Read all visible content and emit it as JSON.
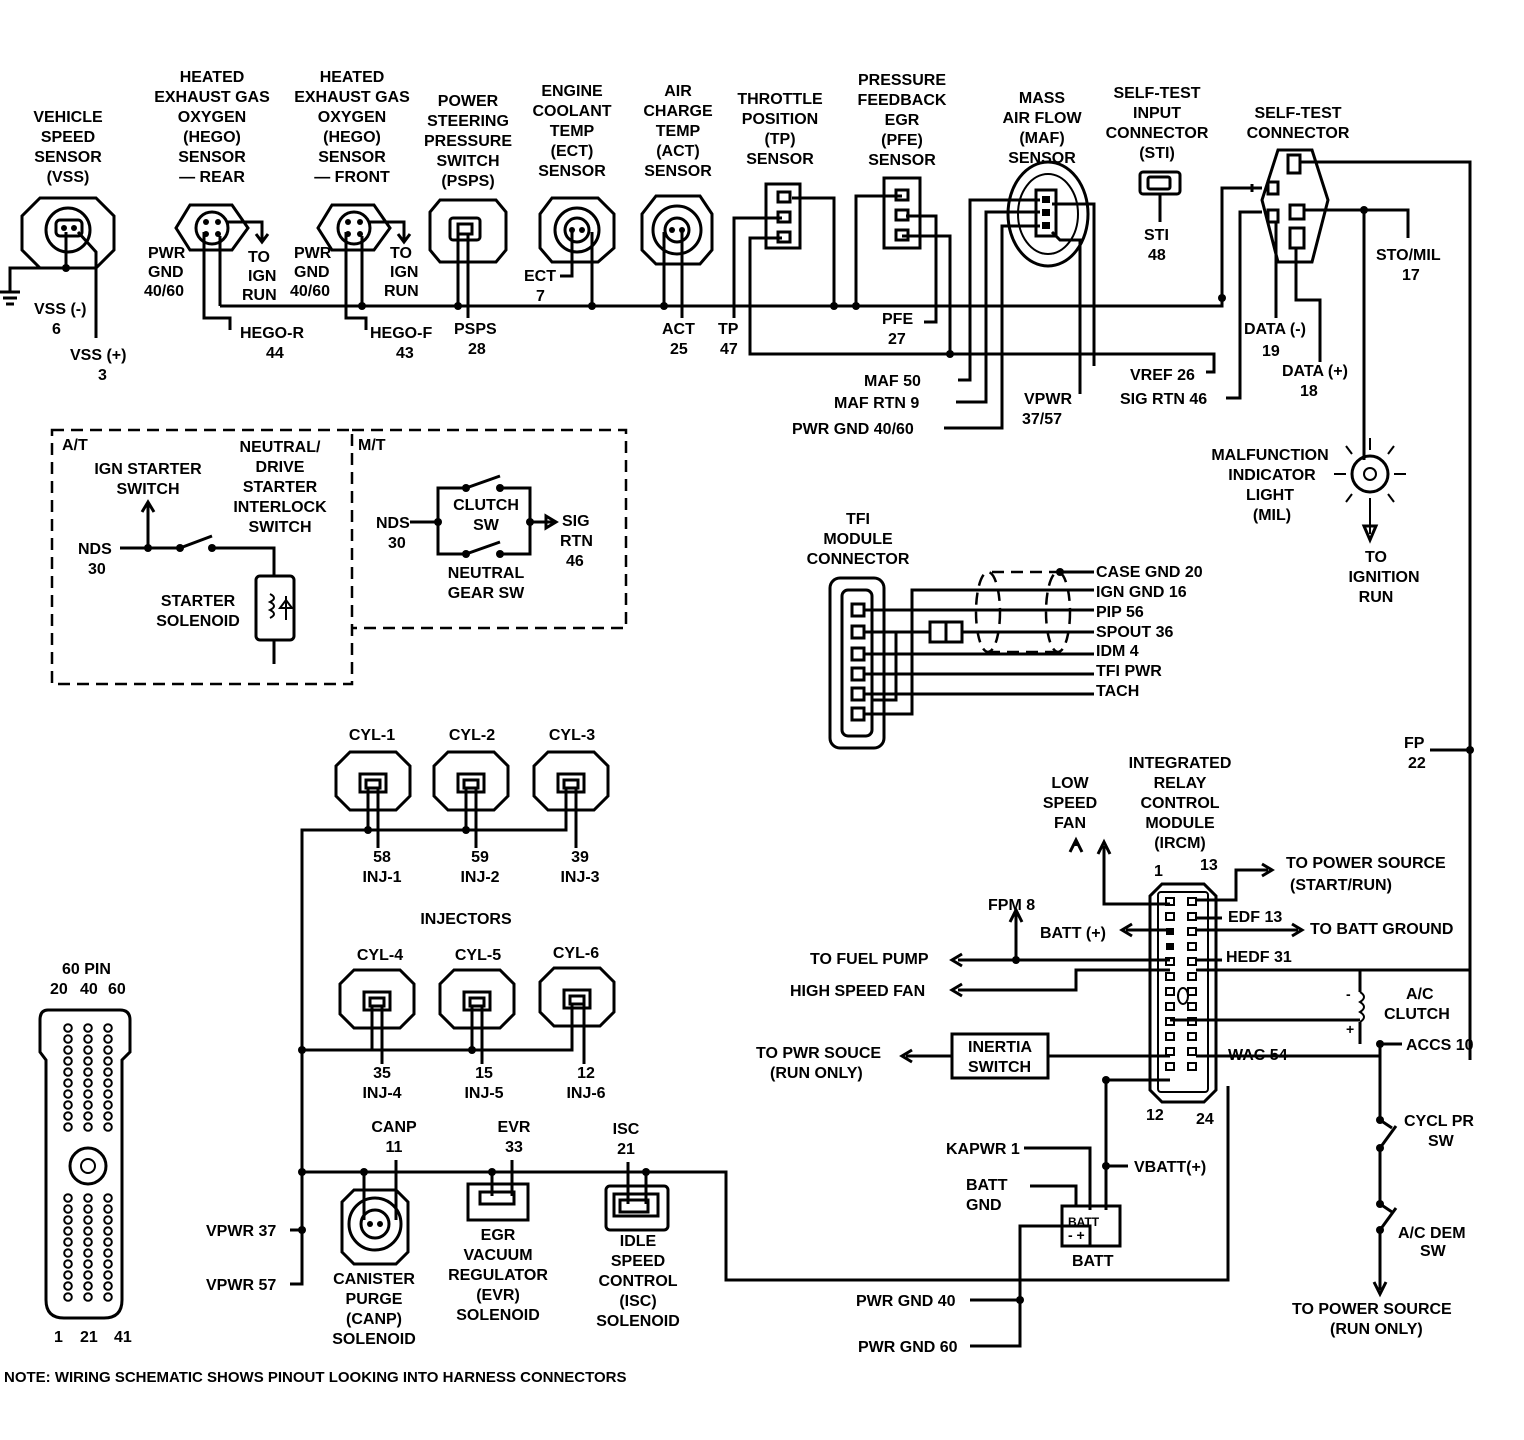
{
  "note": "NOTE: WIRING SCHEMATIC SHOWS PINOUT LOOKING INTO HARNESS CONNECTORS",
  "sensors": {
    "vss": [
      "VEHICLE",
      "SPEED",
      "SENSOR",
      "(VSS)"
    ],
    "hego_rear": [
      "HEATED",
      "EXHAUST GAS",
      "OXYGEN",
      "(HEGO)",
      "SENSOR",
      "— REAR"
    ],
    "hego_front": [
      "HEATED",
      "EXHAUST GAS",
      "OXYGEN",
      "(HEGO)",
      "SENSOR",
      "— FRONT"
    ],
    "psps": [
      "POWER",
      "STEERING",
      "PRESSURE",
      "SWITCH",
      "(PSPS)"
    ],
    "ect": [
      "ENGINE",
      "COOLANT",
      "TEMP",
      "(ECT)",
      "SENSOR"
    ],
    "act": [
      "AIR",
      "CHARGE",
      "TEMP",
      "(ACT)",
      "SENSOR"
    ],
    "tp": [
      "THROTTLE",
      "POSITION",
      "(TP)",
      "SENSOR"
    ],
    "pfe": [
      "PRESSURE",
      "FEEDBACK",
      "EGR",
      "(PFE)",
      "SENSOR"
    ],
    "maf": [
      "MASS",
      "AIR FLOW",
      "(MAF)",
      "SENSOR"
    ],
    "sti": [
      "SELF-TEST",
      "INPUT",
      "CONNECTOR",
      "(STI)"
    ],
    "stc": [
      "SELF-TEST",
      "CONNECTOR"
    ]
  },
  "circuits": {
    "vss_minus": [
      "VSS (-)",
      "6"
    ],
    "vss_plus": [
      "VSS (+)",
      "3"
    ],
    "pwr_gnd_r": [
      "PWR",
      "GND",
      "40/60"
    ],
    "pwr_gnd_f": [
      "PWR",
      "GND",
      "40/60"
    ],
    "ign_run_r": [
      "TO",
      "IGN",
      "RUN"
    ],
    "ign_run_f": [
      "TO",
      "IGN",
      "RUN"
    ],
    "hego_r": [
      "HEGO-R",
      "44"
    ],
    "hego_f": [
      "HEGO-F",
      "43"
    ],
    "psps": [
      "PSPS",
      "28"
    ],
    "ect": [
      "ECT",
      "7"
    ],
    "act": [
      "ACT",
      "25"
    ],
    "tp": [
      "TP",
      "47"
    ],
    "pfe": [
      "PFE",
      "27"
    ],
    "sti": [
      "STI",
      "48"
    ],
    "sto_mil": [
      "STO/MIL",
      "17"
    ],
    "data_minus": [
      "DATA (-)",
      "19"
    ],
    "data_plus": [
      "DATA (+)",
      "18"
    ],
    "maf": "MAF 50",
    "maf_rtn": "MAF RTN 9",
    "pwr_gnd_maf": "PWR GND 40/60",
    "vpwr": [
      "VPWR",
      "37/57"
    ],
    "vref": "VREF 26",
    "sig_rtn": "SIG RTN 46"
  },
  "mil": {
    "label": [
      "MALFUNCTION",
      "INDICATOR",
      "LIGHT",
      "(MIL)"
    ],
    "to": [
      "TO",
      "IGNITION",
      "RUN"
    ]
  },
  "starter": {
    "at": "A/T",
    "mt": "M/T",
    "ign_switch": [
      "IGN STARTER",
      "SWITCH"
    ],
    "neutral": [
      "NEUTRAL/",
      "DRIVE",
      "STARTER",
      "INTERLOCK",
      "SWITCH"
    ],
    "nds_at": [
      "NDS",
      "30"
    ],
    "solenoid": [
      "STARTER",
      "SOLENOID"
    ],
    "nds_mt": [
      "NDS",
      "30"
    ],
    "clutch": [
      "CLUTCH",
      "SW"
    ],
    "sig_rtn": [
      "SIG",
      "RTN",
      "46"
    ],
    "neutral_gear": [
      "NEUTRAL",
      "GEAR SW"
    ]
  },
  "tfi": {
    "title": [
      "TFI",
      "MODULE",
      "CONNECTOR"
    ],
    "pins": [
      "CASE GND 20",
      "IGN GND 16",
      "PIP 56",
      "SPOUT 36",
      "IDM 4",
      "TFI PWR",
      "TACH"
    ]
  },
  "injectors": {
    "title": "INJECTORS",
    "cyl": [
      "CYL-1",
      "CYL-2",
      "CYL-3",
      "CYL-4",
      "CYL-5",
      "CYL-6"
    ],
    "inj": [
      [
        "58",
        "INJ-1"
      ],
      [
        "59",
        "INJ-2"
      ],
      [
        "39",
        "INJ-3"
      ],
      [
        "35",
        "INJ-4"
      ],
      [
        "15",
        "INJ-5"
      ],
      [
        "12",
        "INJ-6"
      ]
    ]
  },
  "ecu": {
    "title": "60 PIN",
    "top": [
      "20",
      "40",
      "60"
    ],
    "bottom": [
      "1",
      "21",
      "41"
    ]
  },
  "vpwr37": "VPWR 37",
  "vpwr57": "VPWR 57",
  "solenoids": {
    "canp_pin": [
      "CANP",
      "11"
    ],
    "evr_pin": [
      "EVR",
      "33"
    ],
    "isc_pin": [
      "ISC",
      "21"
    ],
    "canp": [
      "CANISTER",
      "PURGE",
      "(CANP)",
      "SOLENOID"
    ],
    "evr": [
      "EGR",
      "VACUUM",
      "REGULATOR",
      "(EVR)",
      "SOLENOID"
    ],
    "isc": [
      "IDLE",
      "SPEED",
      "CONTROL",
      "(ISC)",
      "SOLENOID"
    ]
  },
  "ircm": {
    "title": [
      "INTEGRATED",
      "RELAY",
      "CONTROL",
      "MODULE",
      "(IRCM)"
    ],
    "low_fan": [
      "LOW",
      "SPEED",
      "FAN"
    ],
    "pin1": "1",
    "pin13": "13",
    "pin12": "12",
    "pin24": "24",
    "to_power_start": [
      "TO POWER SOURCE",
      "(START/RUN)"
    ],
    "fpm": "FPM 8",
    "batt_plus": "BATT (+)",
    "edf": "EDF 13",
    "to_batt_ground": "TO BATT GROUND",
    "to_fuel_pump": "TO FUEL PUMP",
    "hedf": "HEDF 31",
    "high_fan": "HIGH SPEED FAN",
    "ac_clutch": [
      "A/C",
      "CLUTCH"
    ],
    "to_pwr_run": [
      "TO PWR SOUCE",
      "(RUN ONLY)"
    ],
    "inertia": [
      "INERTIA",
      "SWITCH"
    ],
    "wac": "WAC 54",
    "accs": "ACCS 10",
    "fp": [
      "FP",
      "22"
    ],
    "cycl": [
      "CYCL PR",
      "SW"
    ],
    "acdem": [
      "A/C DEM",
      "SW"
    ],
    "kapwr": "KAPWR 1",
    "vbatt": "VBATT(+)",
    "batt_gnd": [
      "BATT",
      "GND"
    ],
    "batt": "BATT",
    "pwr_gnd40": "PWR GND 40",
    "pwr_gnd60": "PWR GND 60",
    "to_power_run": [
      "TO POWER SOURCE",
      "(RUN ONLY)"
    ]
  }
}
